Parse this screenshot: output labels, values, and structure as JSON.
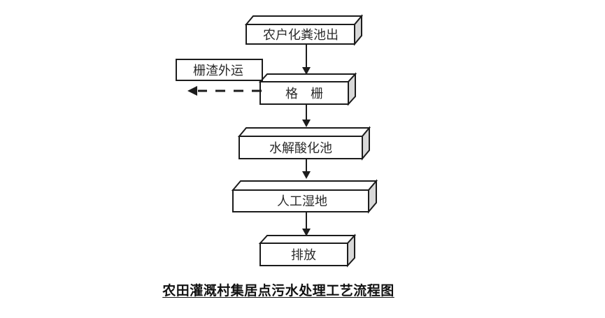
{
  "caption": "农田灌溉村集居点污水处理工艺流程图",
  "nodes": [
    {
      "id": "septic-outlet",
      "label": "农户化粪池出"
    },
    {
      "id": "screen",
      "label": "格　栅"
    },
    {
      "id": "hydrolysis-tank",
      "label": "水解酸化池"
    },
    {
      "id": "constructed-wetland",
      "label": "人工湿地"
    },
    {
      "id": "discharge",
      "label": "排放"
    }
  ],
  "side_branch": {
    "label": "栅渣外运",
    "arrow_style": "dashed",
    "direction": "left"
  },
  "edges": [
    {
      "from": "农户化粪池出",
      "to": "格栅",
      "style": "solid"
    },
    {
      "from": "格栅",
      "to": "水解酸化池",
      "style": "solid"
    },
    {
      "from": "水解酸化池",
      "to": "人工湿地",
      "style": "solid"
    },
    {
      "from": "人工湿地",
      "to": "排放",
      "style": "solid"
    },
    {
      "from": "格栅",
      "to": "栅渣外运",
      "style": "dashed"
    }
  ],
  "colors": {
    "background": "#ffffff",
    "line": "#1c1c1c",
    "box_front": "#ffffff",
    "box_top": "#ffffff",
    "box_side": "#d8d8d8",
    "text": "#2b2b2b"
  }
}
